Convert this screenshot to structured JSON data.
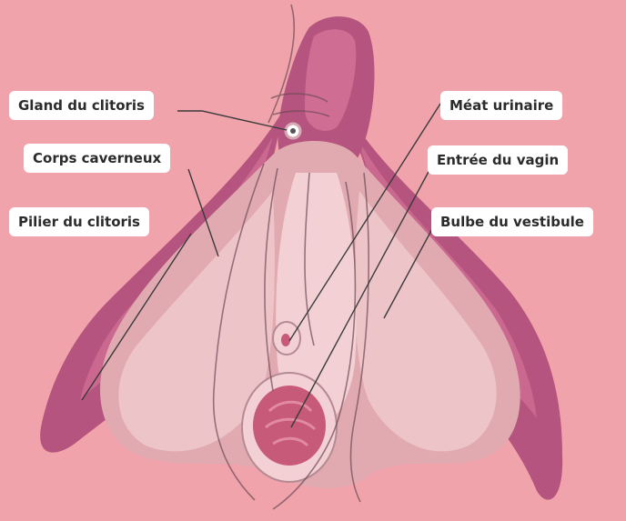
{
  "colors": {
    "background": "#f0a3ab",
    "outer_tissue": "#b5547e",
    "outer_tissue_light": "#cf6d93",
    "inner_body": "#e1aab1",
    "bulb": "#edc4c8",
    "bulb_light": "#f2d0d4",
    "outline": "#6e4a55",
    "label_bg": "#ffffff",
    "label_text": "#2b2b2b"
  },
  "labels": {
    "gland": "Gland du clitoris",
    "corps": "Corps caverneux",
    "pilier": "Pilier du clitoris",
    "meat": "Méat urinaire",
    "entree": "Entrée du vagin",
    "bulbe": "Bulbe du vestibule"
  }
}
